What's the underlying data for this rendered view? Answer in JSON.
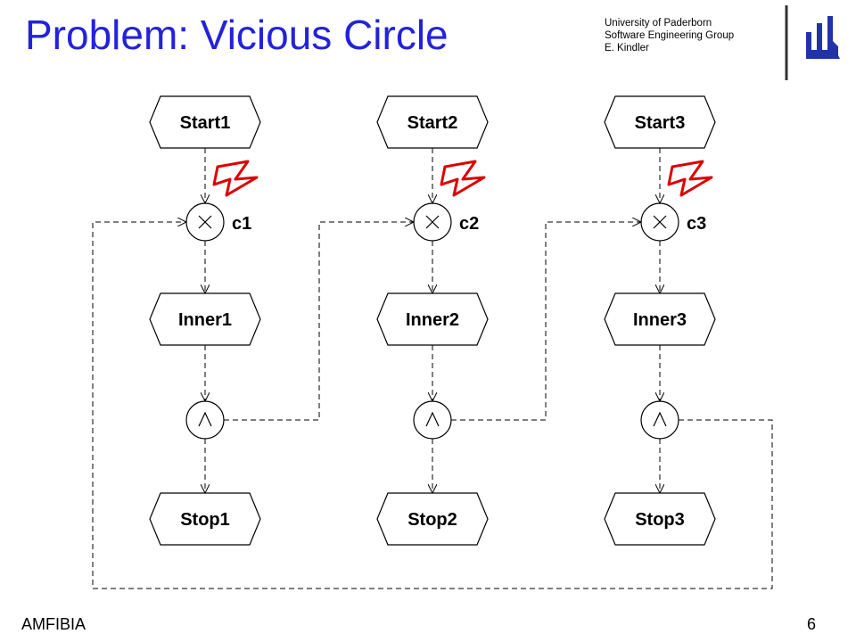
{
  "title": "Problem: Vicious Circle",
  "affiliation": {
    "line1": "University of Paderborn",
    "line2": "Software Engineering Group",
    "line3": "E. Kindler"
  },
  "footer": {
    "left": "AMFIBIA",
    "page": "6"
  },
  "colors": {
    "title": "#2222dd",
    "logo": "#2233aa",
    "lightning": "#dd0000",
    "lines": "#000000"
  },
  "diagram": {
    "columns": [
      {
        "start": "Start1",
        "condition": "c1",
        "inner": "Inner1",
        "stop": "Stop1"
      },
      {
        "start": "Start2",
        "condition": "c2",
        "inner": "Inner2",
        "stop": "Stop2"
      },
      {
        "start": "Start3",
        "condition": "c3",
        "inner": "Inner3",
        "stop": "Stop3"
      }
    ],
    "xor_symbol": "×",
    "and_symbol": "∧",
    "problem_icon": "lightning-icon"
  }
}
